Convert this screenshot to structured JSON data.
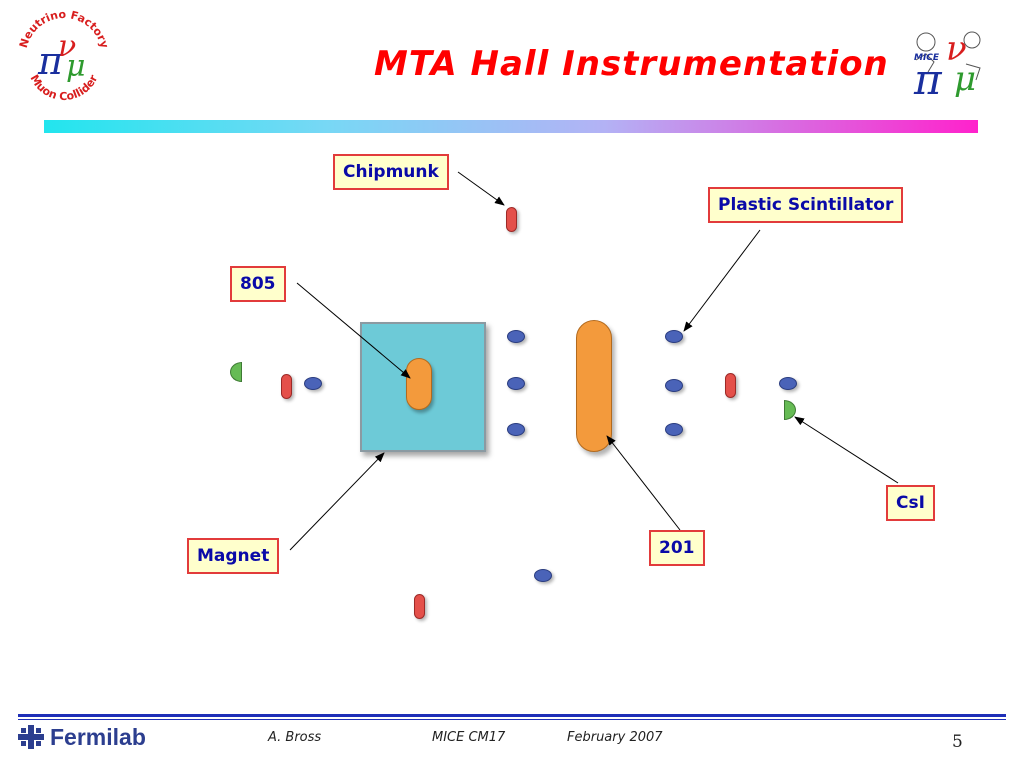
{
  "header": {
    "title": "MTA Hall Instrumentation",
    "left_logo": {
      "top_text": "Neutrino Factory",
      "bottom_text": "Muon Collider",
      "icon": "pi-nu-mu-logo-icon"
    },
    "right_logo": {
      "text": "MICE",
      "icon": "mice-logo-icon"
    }
  },
  "diagram": {
    "labels": {
      "chipmunk": "Chipmunk",
      "plastic_scintillator": "Plastic Scintillator",
      "d805": "805",
      "magnet": "Magnet",
      "d201": "201",
      "csi": "CsI"
    },
    "colors": {
      "magnet": "#6dcad7",
      "orange_detector": "#f39a3c",
      "blue_detector": "#4a63b8",
      "red_detector": "#e4504a",
      "green_detector": "#66bb55",
      "label_fill": "#ffffcc",
      "label_border": "#e23b3b",
      "label_text": "#0a0aa8"
    }
  },
  "footer": {
    "brand": "Fermilab",
    "brand_icon": "fermilab-logo-icon",
    "author": "A. Bross",
    "meeting": "MICE CM17",
    "date": "February 2007",
    "page": "5"
  }
}
